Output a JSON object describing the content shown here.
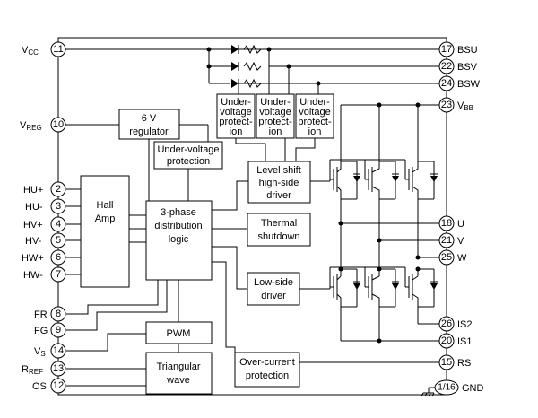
{
  "pins_left": [
    {
      "num": "11",
      "name": "V",
      "sub": "CC"
    },
    {
      "num": "10",
      "name": "V",
      "sub": "REG"
    },
    {
      "num": "2",
      "name": "HU+",
      "sub": ""
    },
    {
      "num": "3",
      "name": "HU-",
      "sub": ""
    },
    {
      "num": "4",
      "name": "HV+",
      "sub": ""
    },
    {
      "num": "5",
      "name": "HV-",
      "sub": ""
    },
    {
      "num": "6",
      "name": "HW+",
      "sub": ""
    },
    {
      "num": "7",
      "name": "HW-",
      "sub": ""
    },
    {
      "num": "8",
      "name": "FR",
      "sub": ""
    },
    {
      "num": "9",
      "name": "FG",
      "sub": ""
    },
    {
      "num": "14",
      "name": "V",
      "sub": "S"
    },
    {
      "num": "13",
      "name": "R",
      "sub": "REF"
    },
    {
      "num": "12",
      "name": "OS",
      "sub": ""
    }
  ],
  "pins_right": [
    {
      "num": "17",
      "name": "BSU",
      "sub": ""
    },
    {
      "num": "22",
      "name": "BSV",
      "sub": ""
    },
    {
      "num": "24",
      "name": "BSW",
      "sub": ""
    },
    {
      "num": "23",
      "name": "V",
      "sub": "BB"
    },
    {
      "num": "18",
      "name": "U",
      "sub": ""
    },
    {
      "num": "21",
      "name": "V",
      "sub": ""
    },
    {
      "num": "25",
      "name": "W",
      "sub": ""
    },
    {
      "num": "26",
      "name": "IS2",
      "sub": ""
    },
    {
      "num": "20",
      "name": "IS1",
      "sub": ""
    },
    {
      "num": "15",
      "name": "RS",
      "sub": ""
    },
    {
      "num": "1/16",
      "name": "GND",
      "sub": ""
    }
  ],
  "blocks": {
    "regulator": [
      "6 V",
      "regulator"
    ],
    "uv_main": [
      "Under-voltage",
      "protection"
    ],
    "uv_small": [
      "Under-",
      "voltage",
      "protect-",
      "ion"
    ],
    "hall": [
      "Hall",
      "Amp"
    ],
    "dist": [
      "3-phase",
      "distribution",
      "logic"
    ],
    "levelshift": [
      "Level shift",
      "high-side",
      "driver"
    ],
    "thermal": [
      "Thermal",
      "shutdown"
    ],
    "lowside": [
      "Low-side",
      "driver"
    ],
    "pwm": [
      "PWM"
    ],
    "tri": [
      "Triangular",
      "wave"
    ],
    "oc": [
      "Over-current",
      "protection"
    ]
  }
}
